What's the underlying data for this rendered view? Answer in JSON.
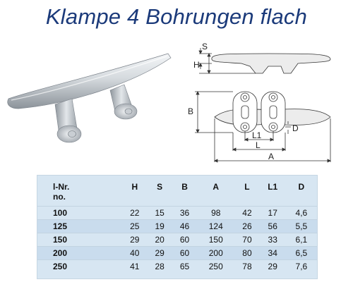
{
  "title": "Klampe 4 Bohrungen flach",
  "drawing_labels": {
    "s": "S",
    "h": "H",
    "b": "B",
    "l1": "L1",
    "l": "L",
    "a": "A",
    "d": "D"
  },
  "table": {
    "header_first_line1": "l-Nr.",
    "header_first_line2": "no.",
    "columns": [
      "H",
      "S",
      "B",
      "A",
      "L",
      "L1",
      "D"
    ],
    "rows": [
      {
        "nr": "100",
        "values": [
          "22",
          "15",
          "36",
          "98",
          "42",
          "17",
          "4,6"
        ]
      },
      {
        "nr": "125",
        "values": [
          "25",
          "19",
          "46",
          "124",
          "26",
          "56",
          "5,5"
        ]
      },
      {
        "nr": "150",
        "values": [
          "29",
          "20",
          "60",
          "150",
          "70",
          "33",
          "6,1"
        ]
      },
      {
        "nr": "200",
        "values": [
          "40",
          "29",
          "60",
          "200",
          "80",
          "34",
          "6,5"
        ]
      },
      {
        "nr": "250",
        "values": [
          "41",
          "28",
          "65",
          "250",
          "78",
          "29",
          "7,6"
        ]
      }
    ]
  },
  "colors": {
    "title": "#1b3a7a",
    "table_bg": "#d7e6f2",
    "table_alt": "#c9dced",
    "metal_light": "#e6e9ec",
    "metal_dark": "#8e959c"
  }
}
